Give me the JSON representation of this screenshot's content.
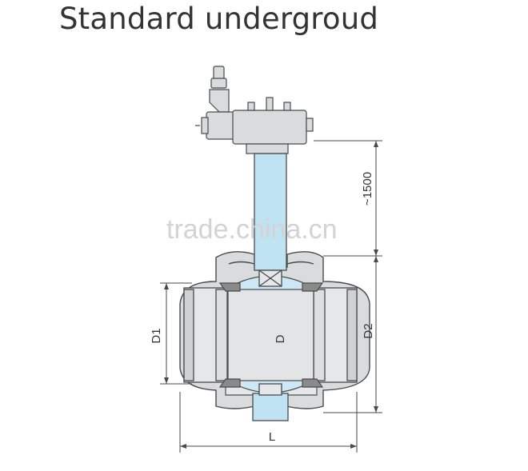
{
  "title": "Standard undergroud",
  "labels": {
    "height_extension": "~1500",
    "d1": "D1",
    "d2": "D2",
    "d": "D",
    "l": "L"
  },
  "watermark": "trade.china.cn",
  "colors": {
    "line": "#4a4a4a",
    "body_fill": "#d9dbdc",
    "pipe_fill": "#e6e7e8",
    "stem_fill": "#bfe3f3",
    "ball_fill": "#cde8f5",
    "seat_fill": "#8a8a8a"
  }
}
